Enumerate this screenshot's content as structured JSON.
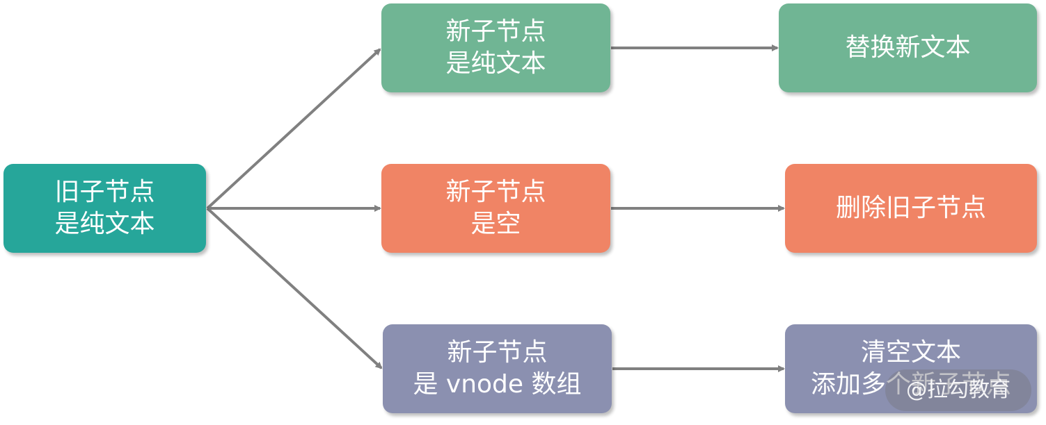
{
  "colors": {
    "root": "#26a69a",
    "text_branch": "#70b594",
    "empty_branch": "#f08465",
    "array_branch": "#8b90b0",
    "edge": "#808080"
  },
  "nodes": {
    "root": {
      "line1": "旧子节点",
      "line2": "是纯文本"
    },
    "text_case": {
      "line1": "新子节点",
      "line2": "是纯文本"
    },
    "empty_case": {
      "line1": "新子节点",
      "line2": "是空"
    },
    "array_case": {
      "line1": "新子节点",
      "line2": "是 vnode 数组"
    },
    "text_result": {
      "line1": "替换新文本"
    },
    "empty_result": {
      "line1": "删除旧子节点"
    },
    "array_result": {
      "line1": "清空文本",
      "line2": "添加多个新子节点"
    }
  },
  "watermark": "@拉勾教育"
}
